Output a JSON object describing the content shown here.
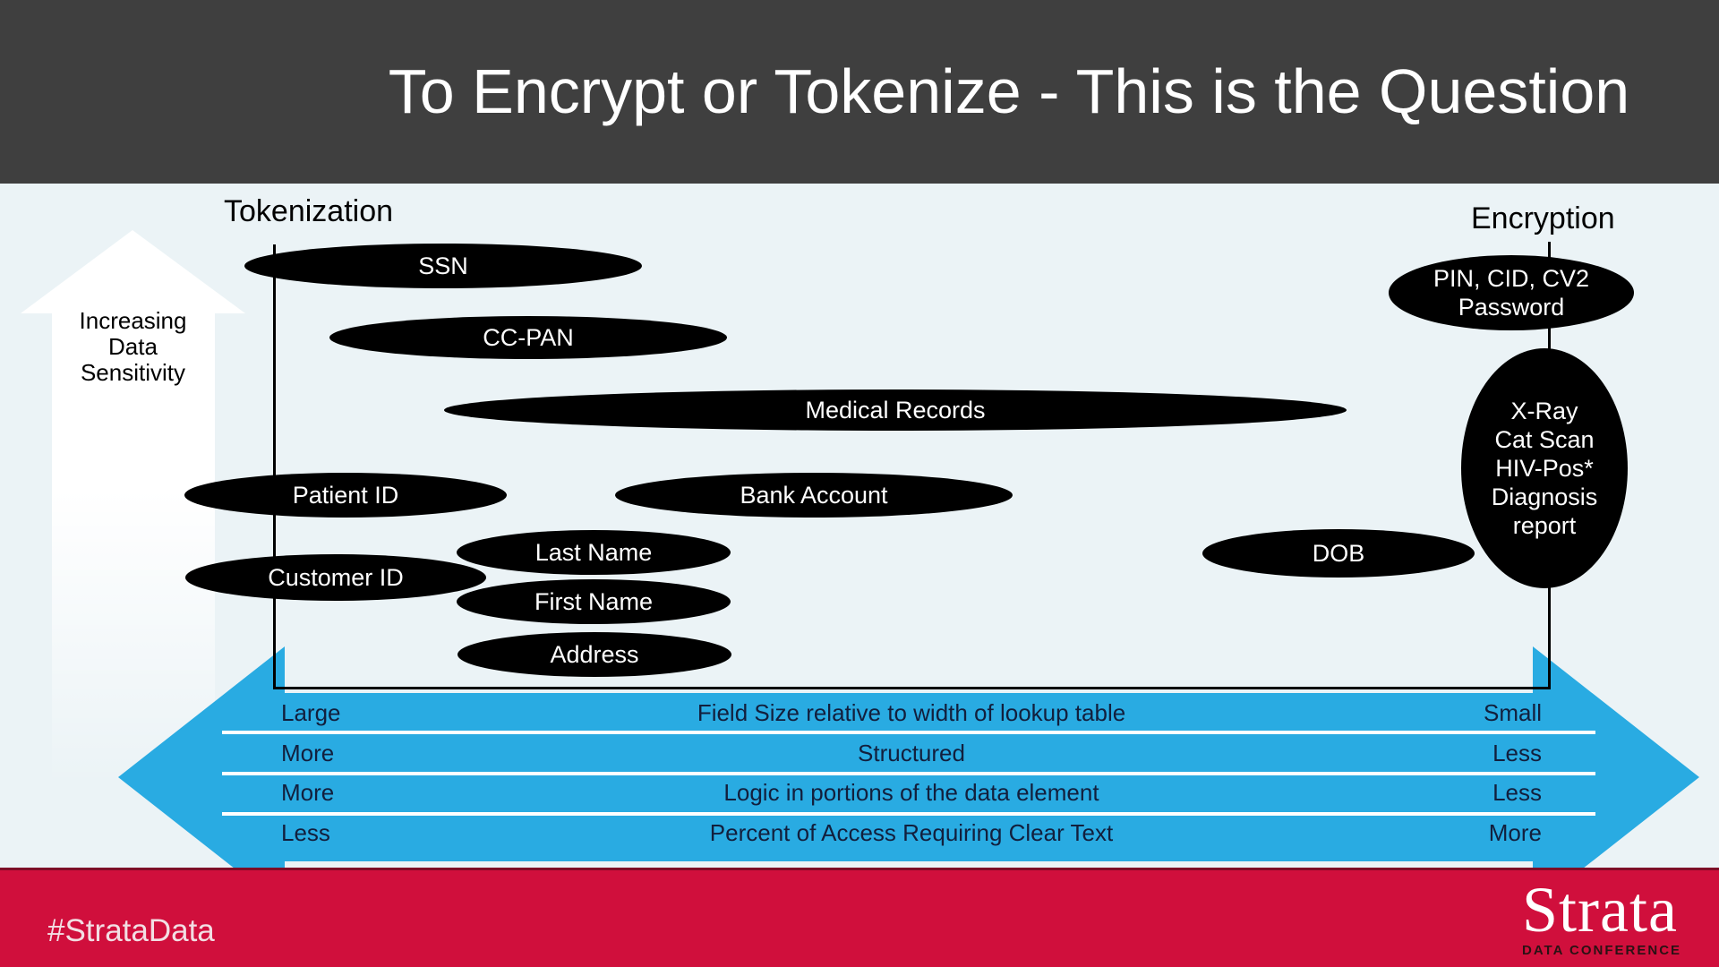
{
  "slide_title": "To Encrypt or Tokenize - This is the Question",
  "columns": {
    "left_label": "Tokenization",
    "right_label": "Encryption"
  },
  "sensitivity_arrow": {
    "lines": [
      "Increasing",
      "Data",
      "Sensitivity"
    ]
  },
  "ellipses": [
    {
      "id": "ssn",
      "lines": [
        "SSN"
      ]
    },
    {
      "id": "cc-pan",
      "lines": [
        "CC-PAN"
      ]
    },
    {
      "id": "medical-records",
      "lines": [
        "Medical Records"
      ]
    },
    {
      "id": "patient-id",
      "lines": [
        "Patient ID"
      ]
    },
    {
      "id": "bank-account",
      "lines": [
        "Bank Account"
      ]
    },
    {
      "id": "customer-id",
      "lines": [
        "Customer ID"
      ]
    },
    {
      "id": "last-name",
      "lines": [
        "Last Name"
      ]
    },
    {
      "id": "first-name",
      "lines": [
        "First Name"
      ]
    },
    {
      "id": "address",
      "lines": [
        "Address"
      ]
    },
    {
      "id": "dob",
      "lines": [
        "DOB"
      ]
    },
    {
      "id": "pin-cid-cv2",
      "lines": [
        "PIN, CID, CV2",
        "Password"
      ]
    },
    {
      "id": "xray-diagnosis",
      "lines": [
        "X-Ray",
        "Cat Scan",
        "HIV-Pos*",
        "Diagnosis",
        "report"
      ]
    }
  ],
  "comparison_rows": [
    {
      "left": "Large",
      "center": "Field Size relative to width of lookup table",
      "right": "Small"
    },
    {
      "left": "More",
      "center": "Structured",
      "right": "Less"
    },
    {
      "left": "More",
      "center": "Logic in portions of the data element",
      "right": "Less"
    },
    {
      "left": "Less",
      "center": "Percent of Access Requiring Clear Text",
      "right": "More"
    }
  ],
  "footer": {
    "hashtag": "#StrataData",
    "logo_title": "Strata",
    "logo_subtitle": "DATA CONFERENCE"
  },
  "colors": {
    "header_bg": "#3f3f3f",
    "body_bg": "#ebf3f6",
    "accent_blue": "#29abe2",
    "footer_red": "#d00f3c",
    "ellipse_fill": "#000000",
    "ellipse_text": "#ffffff",
    "table_text": "#121f3d"
  }
}
